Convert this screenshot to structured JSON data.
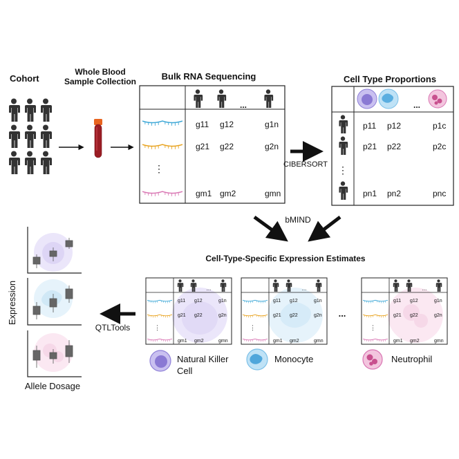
{
  "labels": {
    "cohort": "Cohort",
    "whole_blood_1": "Whole Blood",
    "whole_blood_2": "Sample Collection",
    "bulk_rna": "Bulk RNA Sequencing",
    "cell_type_props": "Cell Type Proportions",
    "cibersort": "CIBERSORT",
    "bmind": "bMIND",
    "ctse": "Cell-Type-Specific Expression Estimates",
    "qtltools": "QTLTools",
    "expression": "Expression",
    "allele_dosage": "Allele Dosage",
    "ellipsis": "...",
    "vdots": "⋮"
  },
  "bulk_matrix": {
    "rows": [
      [
        "g11",
        "g12",
        "g1n"
      ],
      [
        "g21",
        "g22",
        "g2n"
      ],
      [
        "gm1",
        "gm2",
        "gmn"
      ]
    ]
  },
  "prop_matrix": {
    "rows": [
      [
        "p11",
        "p12",
        "p1c"
      ],
      [
        "p21",
        "p22",
        "p2c"
      ],
      [
        "pn1",
        "pn2",
        "pnc"
      ]
    ]
  },
  "small_matrix": {
    "rows": [
      [
        "g11",
        "g12",
        "g1n"
      ],
      [
        "g21",
        "g22",
        "g2n"
      ],
      [
        "gm1",
        "gm2",
        "gmn"
      ]
    ]
  },
  "cell_types": [
    {
      "name_1": "Natural Killer",
      "name_2": "Cell",
      "color": "#a99be0"
    },
    {
      "name_1": "Monocyte",
      "name_2": "",
      "color": "#7cc0e8"
    },
    {
      "name_1": "Neutrophil",
      "name_2": "",
      "color": "#e79ac6"
    }
  ],
  "colors": {
    "teal_strand": "#3aa6d6",
    "orange_strand": "#e8a21d",
    "pink_strand": "#d976b3",
    "blood_tube": "#9a1d24",
    "tube_cap": "#e8641f",
    "person": "#333333"
  }
}
